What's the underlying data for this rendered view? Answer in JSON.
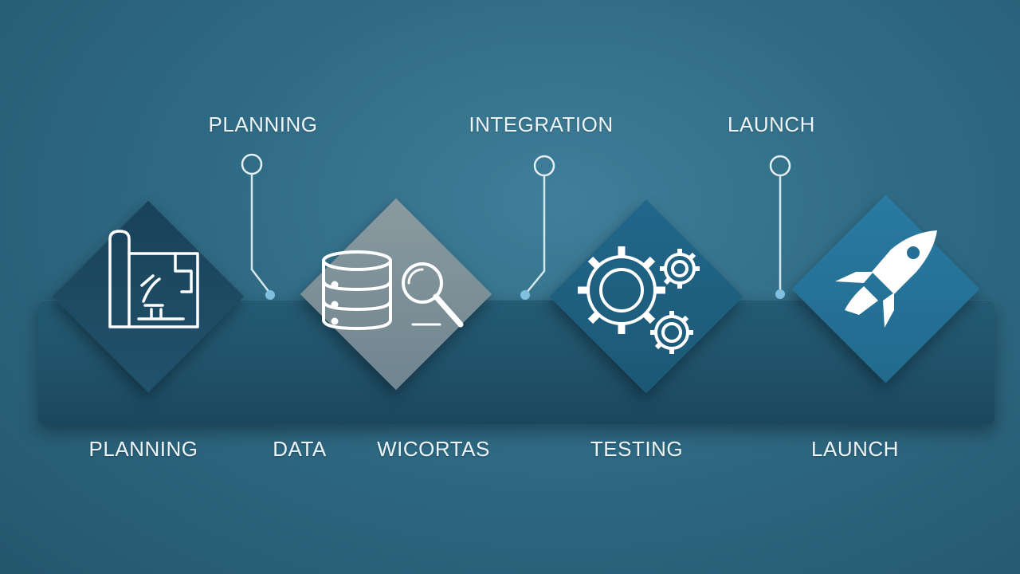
{
  "top_labels": [
    "PLANNING",
    "INTEGRATION",
    "LAUNCH"
  ],
  "bottom_labels": [
    "PLANNING",
    "DATA",
    "WICORTAS",
    "TESTING",
    "LAUNCH"
  ],
  "icons": [
    "blueprint-icon",
    "database-search-icon",
    "gears-icon",
    "rocket-icon"
  ],
  "colors": {
    "background": "#2f6a84",
    "bar": "#1f5068",
    "diamond_planning": "#1d4a62",
    "diamond_data": "#7c8e95",
    "diamond_testing": "#1f5f7e",
    "diamond_launch": "#246f95",
    "line": "#cfe3ea"
  }
}
